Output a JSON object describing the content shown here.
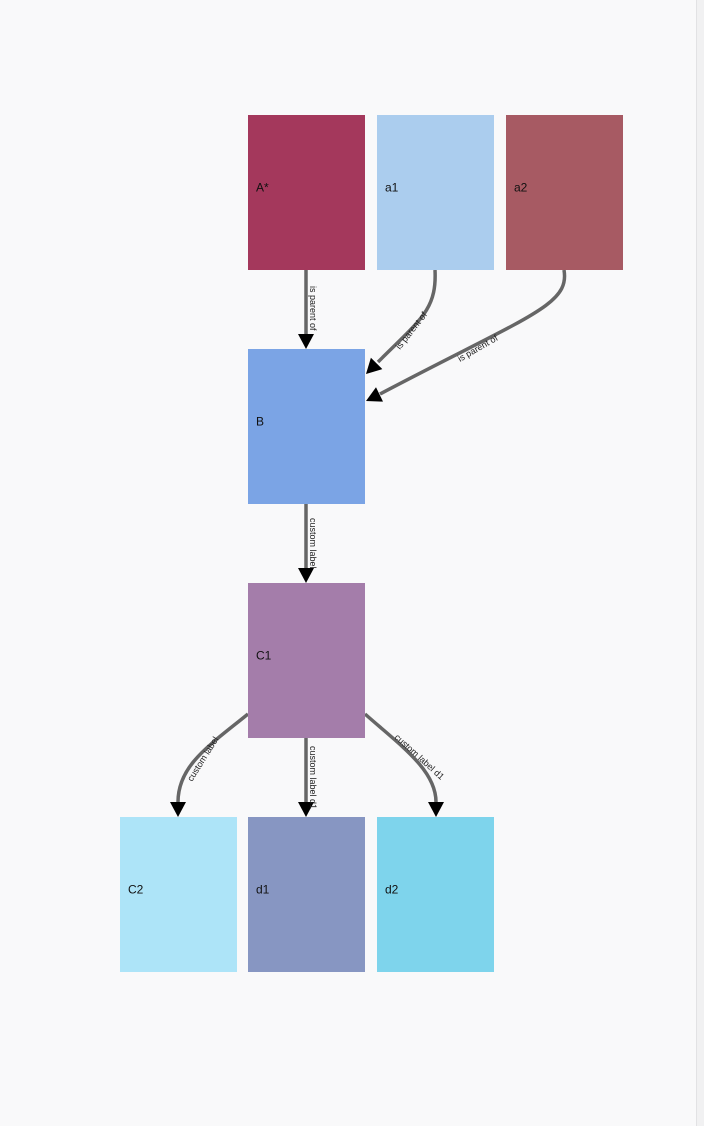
{
  "nodes": [
    {
      "id": "A",
      "label": "A*",
      "color": "#a4385c"
    },
    {
      "id": "a1",
      "label": "a1",
      "color": "#abcdee"
    },
    {
      "id": "a2",
      "label": "a2",
      "color": "#a75a63"
    },
    {
      "id": "B",
      "label": "B",
      "color": "#7ba4e5"
    },
    {
      "id": "C1",
      "label": "C1",
      "color": "#a47daa"
    },
    {
      "id": "C2",
      "label": "C2",
      "color": "#ade4f8"
    },
    {
      "id": "d1",
      "label": "d1",
      "color": "#8796c2"
    },
    {
      "id": "d2",
      "label": "d2",
      "color": "#7ed4ec"
    }
  ],
  "edges": [
    {
      "from": "A",
      "to": "B",
      "label": "is parent of"
    },
    {
      "from": "a1",
      "to": "B",
      "label": "is parent of"
    },
    {
      "from": "a2",
      "to": "B",
      "label": "is parent of"
    },
    {
      "from": "B",
      "to": "C1",
      "label": "custom label"
    },
    {
      "from": "C1",
      "to": "C2",
      "label": "custom label"
    },
    {
      "from": "C1",
      "to": "d1",
      "label": "custom label d1"
    },
    {
      "from": "C1",
      "to": "d2",
      "label": "custom label d1"
    }
  ],
  "colors": {
    "background": "#f9f9fa",
    "edge": "#666666",
    "arrow": "#000000"
  }
}
